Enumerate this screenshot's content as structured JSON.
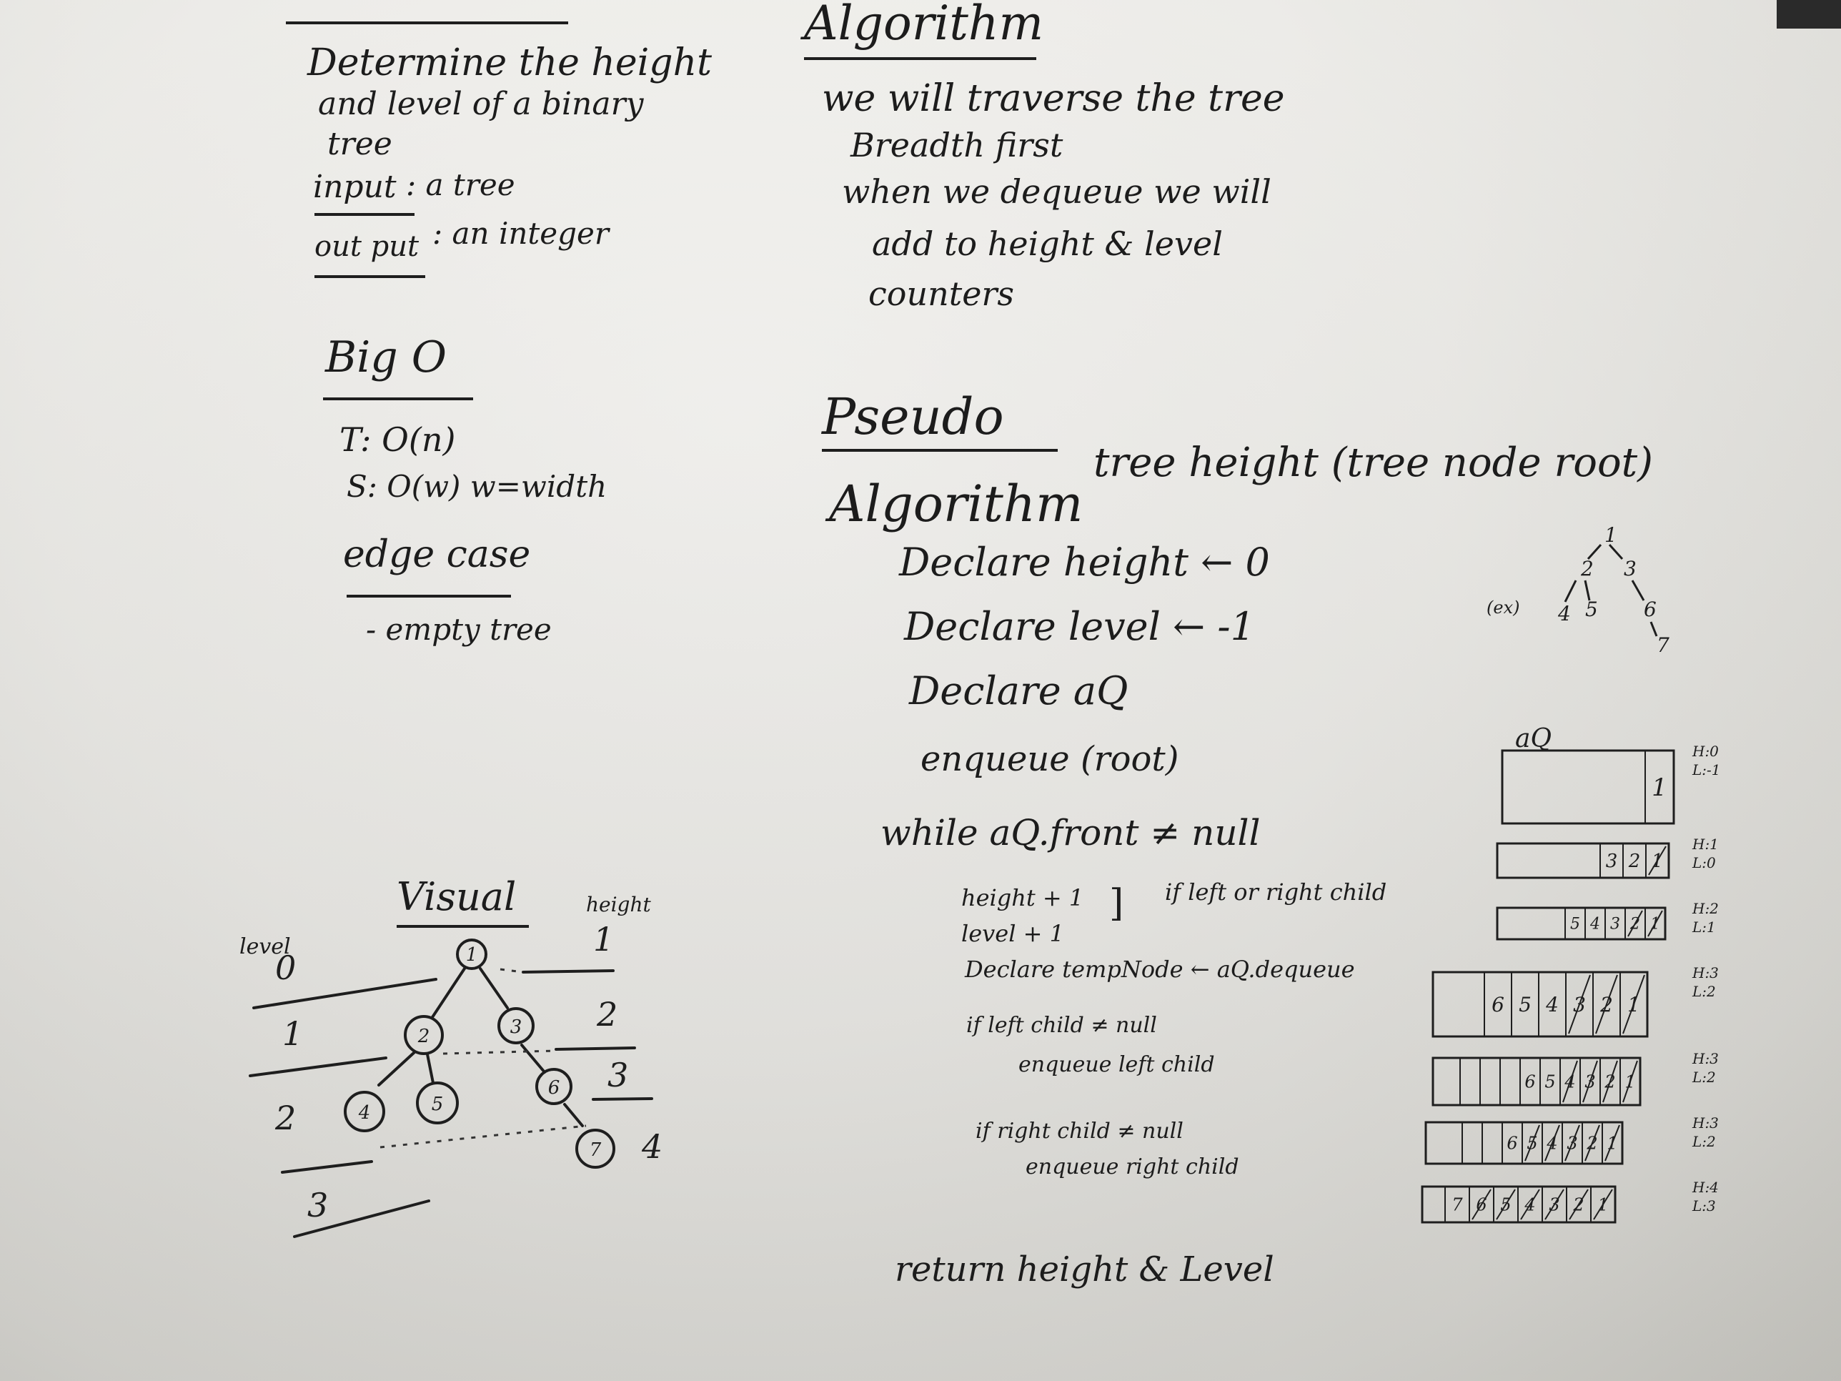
{
  "left": {
    "problem_lines": [
      "Determine the height",
      "and level of a binary",
      "tree"
    ],
    "input_label": "input",
    "input_value": ": a tree",
    "output_label": "out put",
    "output_value": ": an integer",
    "bigo_title": "Big O",
    "time": "T: O(n)",
    "space": "S: O(w) w=width",
    "edge_title": "edge case",
    "edge_item": "- empty tree"
  },
  "algorithm": {
    "title": "Algorithm",
    "lines": [
      "we will traverse the tree",
      "Breadth first",
      "when we dequeue we will",
      "add to height & level",
      "counters"
    ]
  },
  "pseudo": {
    "title": "Pseudo",
    "signature_keyword": "Algorithm",
    "signature": "tree height (tree node root)",
    "declare_height": "Declare  height ← 0",
    "declare_level": "Declare  level ← -1",
    "declare_queue": "Declare  aQ",
    "enqueue_root": "enqueue (root)",
    "while_line": "while  aQ.front ≠ null",
    "height_inc": "height + 1",
    "level_inc": "level + 1",
    "if_child": "if left or right child",
    "declare_temp": "Declare  tempNode  ← aQ.dequeue",
    "if_left": "if left child ≠ null",
    "enqueue_left": "enqueue left child",
    "if_right": "if right child ≠ null",
    "enqueue_right": "enqueue right child",
    "return_line": "return  height & Level"
  },
  "visual": {
    "title": "Visual",
    "height_header": "height",
    "level_header": "level",
    "levels": [
      "0",
      "1",
      "2",
      "3"
    ],
    "heights": [
      "1",
      "2",
      "3",
      "4"
    ],
    "nodes": [
      "1",
      "2",
      "3",
      "4",
      "5",
      "6",
      "7"
    ]
  },
  "mini_tree": {
    "nodes": [
      "1",
      "2",
      "3",
      "4",
      "5",
      "6",
      "7"
    ],
    "side_label": "(ex)"
  },
  "queue_trace": {
    "label": "aQ",
    "rows": [
      {
        "cells": [
          "1"
        ],
        "state": [
          "H:0",
          "L:-1"
        ]
      },
      {
        "cells": [
          "3",
          "2",
          "1"
        ],
        "state": [
          "H:1",
          "L:0"
        ]
      },
      {
        "cells": [
          "5",
          "4",
          "3",
          "2",
          "1"
        ],
        "state": [
          "H:2",
          "L:1"
        ]
      },
      {
        "cells": [
          "6",
          "5",
          "4",
          "3",
          "2",
          "1"
        ],
        "state": [
          "H:3",
          "L:2"
        ]
      },
      {
        "cells": [
          "",
          "",
          "",
          "6",
          "5",
          "4",
          "3",
          "2",
          "1"
        ],
        "state": [
          "H:3",
          "L:2"
        ]
      },
      {
        "cells": [
          "",
          "",
          "6",
          "5",
          "4",
          "3",
          "2",
          "1"
        ],
        "state": [
          "H:3",
          "L:2"
        ]
      },
      {
        "cells": [
          "7",
          "6",
          "5",
          "4",
          "3",
          "2",
          "1"
        ],
        "state": [
          "H:4",
          "L:3"
        ]
      }
    ]
  }
}
